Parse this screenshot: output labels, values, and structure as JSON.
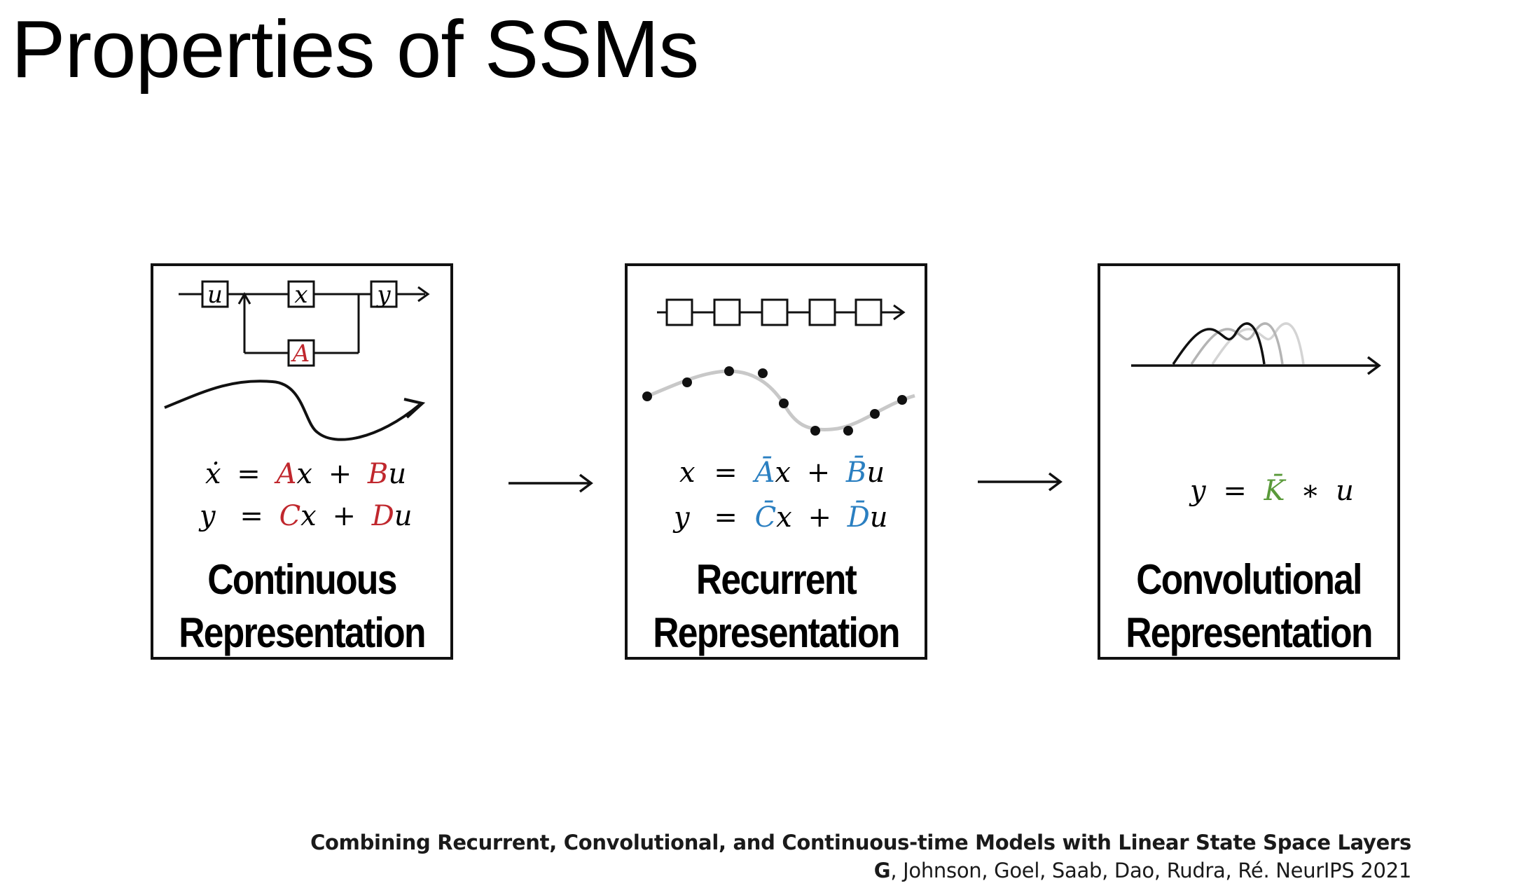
{
  "title": "Properties of SSMs",
  "colors": {
    "continuous_params": "#c0272d",
    "recurrent_params": "#2a7fc1",
    "convolutional_kernel": "#5a9a3a",
    "text": "#000000"
  },
  "panels": [
    {
      "id": "continuous",
      "label_line1": "Continuous",
      "label_line2": "Representation",
      "diagram_blocks": [
        "u",
        "x",
        "y",
        "A"
      ],
      "equations": [
        {
          "lhs": "ẋ",
          "eq": "=",
          "p1": "A",
          "v1": "x",
          "plus": "+",
          "p2": "B",
          "v2": "u"
        },
        {
          "lhs": "y",
          "eq": "=",
          "p1": "C",
          "v1": "x",
          "plus": "+",
          "p2": "D",
          "v2": "u"
        }
      ]
    },
    {
      "id": "recurrent",
      "label_line1": "Recurrent",
      "label_line2": "Representation",
      "equations": [
        {
          "lhs": "x",
          "eq": "=",
          "p1": "Ā",
          "v1": "x",
          "plus": "+",
          "p2": "B̄",
          "v2": "u"
        },
        {
          "lhs": "y",
          "eq": "=",
          "p1": "C̄",
          "v1": "x",
          "plus": "+",
          "p2": "D̄",
          "v2": "u"
        }
      ]
    },
    {
      "id": "convolutional",
      "label_line1": "Convolutional",
      "label_line2": "Representation",
      "equation": {
        "lhs": "y",
        "eq": "=",
        "kernel": "K̄",
        "op": "∗",
        "v": "u"
      }
    }
  ],
  "citation": {
    "title": "Combining Recurrent, Convolutional, and Continuous-time Models with Linear State Space Layers",
    "first_author": "G",
    "authors_rest": ", Johnson, Goel, Saab, Dao, Rudra, Ré. NeurIPS 2021"
  }
}
